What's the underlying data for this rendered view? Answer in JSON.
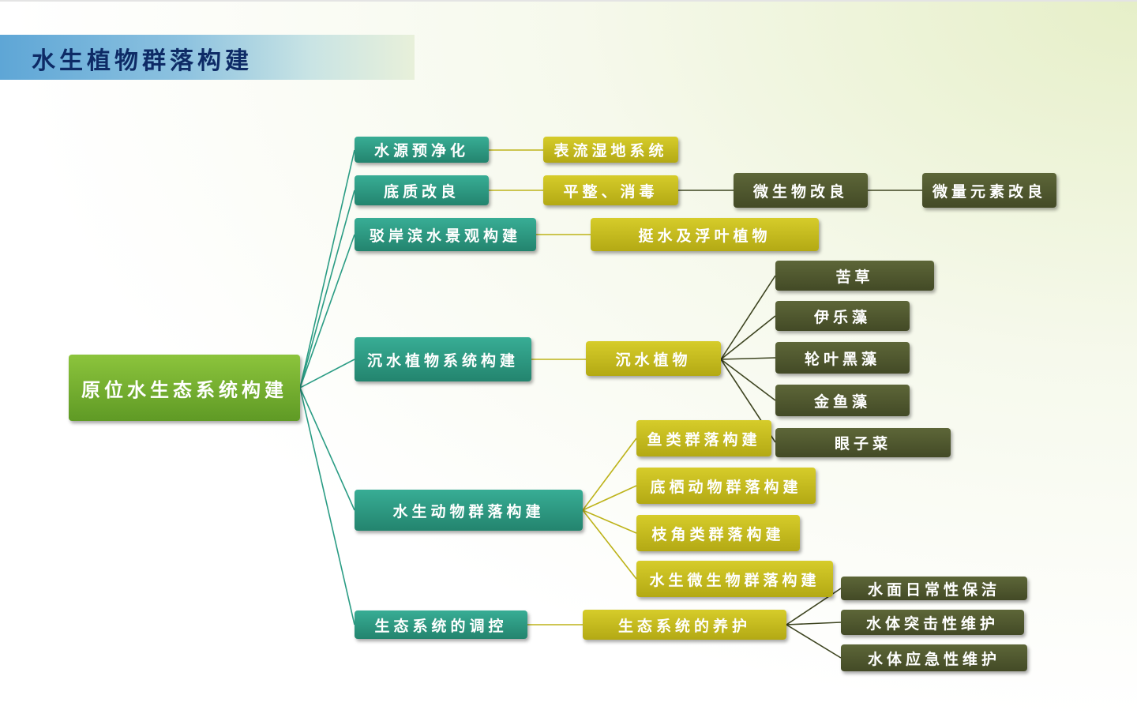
{
  "title": "水生植物群落构建",
  "root": "原位水生态系统构建",
  "level1": [
    "水源预净化",
    "底质改良",
    "驳岸滨水景观构建",
    "沉水植物系统构建",
    "水生动物群落构建",
    "生态系统的调控"
  ],
  "level2": [
    "表流湿地系统",
    "平整、消毒",
    "挺水及浮叶植物",
    "沉水植物",
    "鱼类群落构建",
    "底栖动物群落构建",
    "枝角类群落构建",
    "水生微生物群落构建",
    "生态系统的养护"
  ],
  "level3": [
    "微生物改良",
    "微量元素改良",
    "苦草",
    "伊乐藻",
    "轮叶黑藻",
    "金鱼藻",
    "眼子菜",
    "水面日常性保洁",
    "水体突击性维护",
    "水体应急性维护"
  ],
  "colors": {
    "root": "#76ae30",
    "level1": "#2b9a82",
    "level2": "#c6bc1e",
    "level3": "#4f5630",
    "title": "#0e2b66"
  }
}
